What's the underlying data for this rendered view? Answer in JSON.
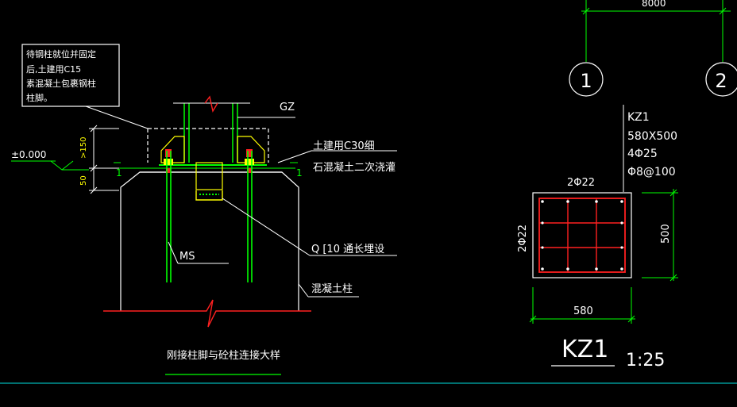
{
  "colors": {
    "background": "#000000",
    "dimension_line": "#00ff00",
    "outline": "#ffffff",
    "rebar": "#ff2020",
    "yellow": "#ffff00",
    "leader": "#ffffff",
    "section_line": "#00e0e0"
  },
  "left_detail": {
    "note_box": [
      "待钢柱就位并固定",
      "后,土建用C15",
      "素混凝土包裹钢柱",
      "柱脚。"
    ],
    "labels": {
      "gz": "GZ",
      "grout_line1": "土建用C30细",
      "grout_line2": "石混凝土二次浇灌",
      "channel": "Q  [10 通长埋设",
      "ms": "MS",
      "concrete_column": "混凝土柱"
    },
    "elevation": "±0.000",
    "dims": {
      "d150": ">150",
      "d50": "50"
    },
    "title": "刚接柱脚与砼柱连接大样"
  },
  "right_detail": {
    "axis_dim": "8000",
    "axis_labels": [
      "1",
      "2"
    ],
    "kz_spec": [
      "KZ1",
      "580X500",
      "4Φ25",
      "Φ8@100"
    ],
    "top_bars": "2Φ22",
    "side_bars": "2Φ22",
    "width": "580",
    "height": "500",
    "title": "KZ1",
    "scale": "1:25"
  }
}
